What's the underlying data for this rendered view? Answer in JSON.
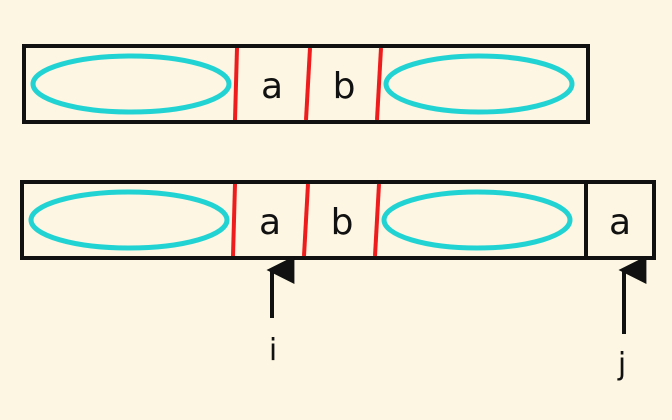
{
  "colors": {
    "background": "#fdf6e3",
    "outline": "#111111",
    "divider": "#ee1c1c",
    "ellipse": "#22d3d3"
  },
  "top_array": {
    "cells": [
      "a",
      "b"
    ]
  },
  "bottom_array": {
    "cells": [
      "a",
      "b"
    ],
    "extra_cell": "a"
  },
  "pointers": {
    "i": "i",
    "j": "j"
  }
}
